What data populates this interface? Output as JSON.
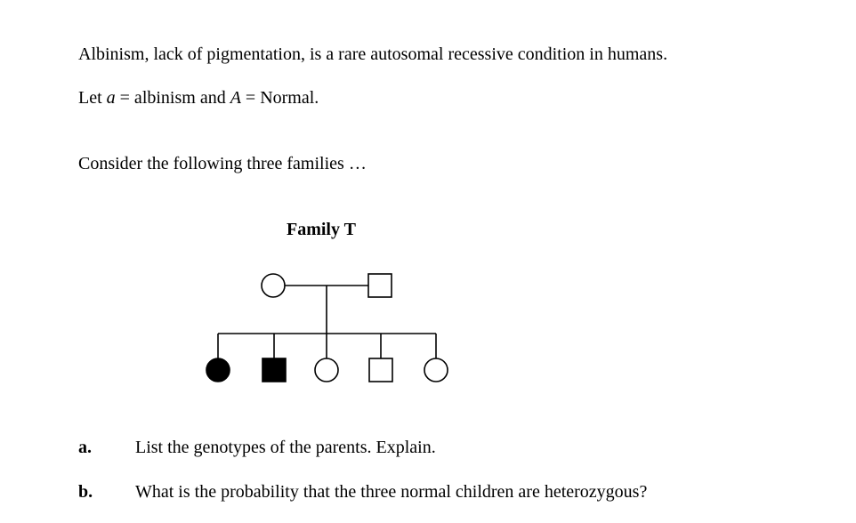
{
  "intro": {
    "sentence1": "Albinism, lack of pigmentation, is a rare autosomal recessive condition in humans.",
    "let_prefix": "Let ",
    "allele_recessive": "a",
    "recessive_meaning": " = albinism and ",
    "allele_dominant": "A",
    "dominant_meaning": " = Normal.",
    "consider": "Consider the following three families …"
  },
  "pedigree": {
    "title": "Family T",
    "parents": [
      {
        "sex": "female",
        "affected": false
      },
      {
        "sex": "male",
        "affected": false
      }
    ],
    "children": [
      {
        "sex": "female",
        "affected": true
      },
      {
        "sex": "male",
        "affected": true
      },
      {
        "sex": "female",
        "affected": false
      },
      {
        "sex": "male",
        "affected": false
      },
      {
        "sex": "female",
        "affected": false
      }
    ]
  },
  "questions": [
    {
      "label": "a.",
      "text": "List the genotypes of the parents. Explain."
    },
    {
      "label": "b.",
      "text": "What is the probability that the three normal children are heterozygous?"
    }
  ]
}
